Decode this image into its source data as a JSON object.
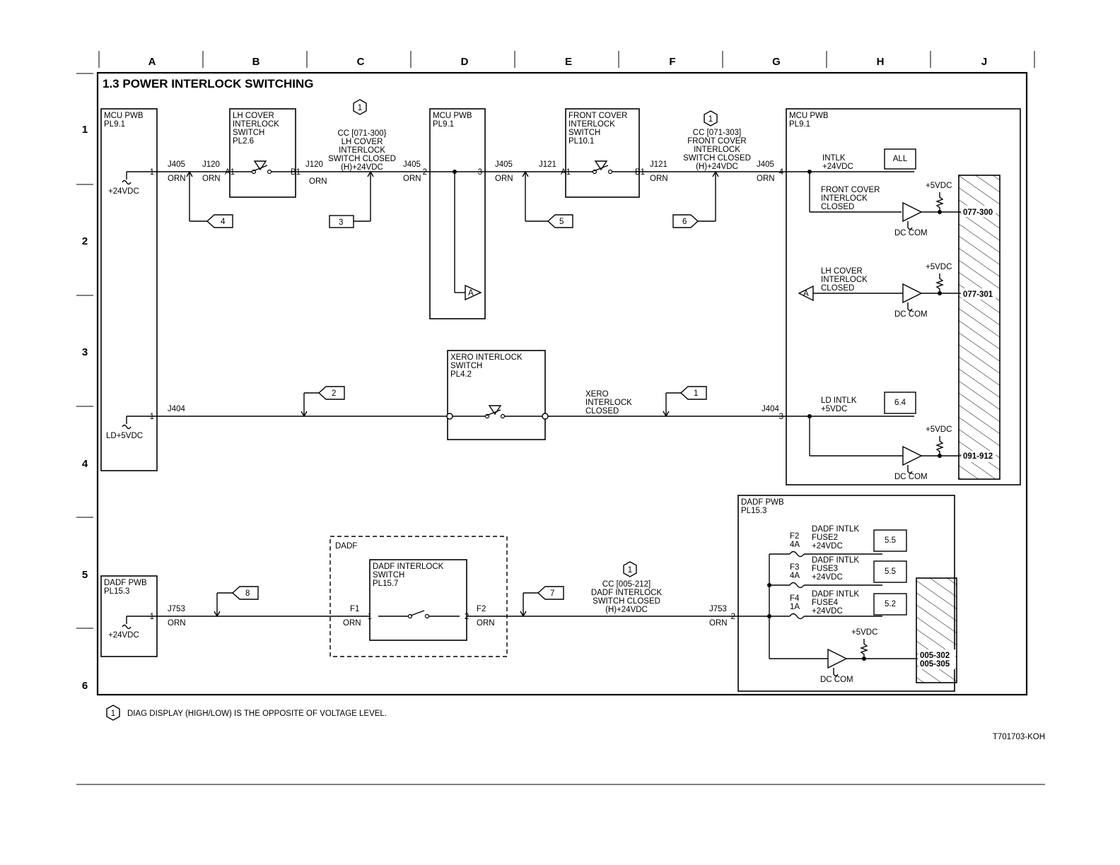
{
  "title": "1.3 POWER INTERLOCK SWITCHING",
  "grid_columns": [
    "A",
    "B",
    "C",
    "D",
    "E",
    "F",
    "G",
    "H",
    "J"
  ],
  "grid_rows": [
    "1",
    "2",
    "3",
    "4",
    "5",
    "6"
  ],
  "blocks": {
    "mcu_left": [
      "MCU PWB",
      "PL9.1"
    ],
    "lh_switch": [
      "LH COVER",
      "INTERLOCK",
      "SWITCH",
      "PL2.6"
    ],
    "mcu_mid": [
      "MCU PWB",
      "PL9.1"
    ],
    "front_switch": [
      "FRONT COVER",
      "INTERLOCK",
      "SWITCH",
      "PL10.1"
    ],
    "mcu_right": [
      "MCU PWB",
      "PL9.1"
    ],
    "xero_switch": [
      "XERO INTERLOCK",
      "SWITCH",
      "PL4.2"
    ],
    "dadf_left": [
      "DADF PWB",
      "PL15.3"
    ],
    "dadf_group": "DADF",
    "dadf_switch": [
      "DADF INTERLOCK",
      "SWITCH",
      "PL15.7"
    ],
    "dadf_right": [
      "DADF PWB",
      "PL15.3"
    ]
  },
  "sources": {
    "v24_top": "+24VDC",
    "ld5": "LD+5VDC",
    "v24_bottom": "+24VDC"
  },
  "pins": {
    "one": "1",
    "two": "2",
    "three": "3",
    "four": "4",
    "a1": "A1",
    "b1": "B1",
    "f1": "F1",
    "f2": "F2"
  },
  "connectors": {
    "j405": "J405",
    "j120": "J120",
    "j121": "J121",
    "j404": "J404",
    "j753": "J753"
  },
  "wire_color": "ORN",
  "checks": {
    "lh": [
      "CC [071-300}",
      "LH COVER",
      "INTERLOCK",
      "SWITCH CLOSED",
      "(H)+24VDC"
    ],
    "front": [
      "CC [071-303]",
      "FRONT COVER",
      "INTERLOCK",
      "SWITCH CLOSED",
      "(H)+24VDC"
    ],
    "dadf": [
      "CC [005-212]",
      "DADF INTERLOCK",
      "SWITCH CLOSED",
      "(H)+24VDC"
    ]
  },
  "xero_closed": [
    "XERO",
    "INTERLOCK",
    "CLOSED"
  ],
  "flags": {
    "f1": "1",
    "f2": "2",
    "f3": "3",
    "f4": "4",
    "f5": "5",
    "f6": "6",
    "f7": "7",
    "f8": "8"
  },
  "offpage": "A",
  "signals": {
    "intlk": [
      "INTLK",
      "+24VDC"
    ],
    "intlk_ref": "ALL",
    "front_closed": [
      "FRONT  COVER",
      "INTERLOCK",
      "CLOSED"
    ],
    "lh_closed": [
      "LH COVER",
      "INTERLOCK",
      "CLOSED"
    ],
    "ld_intlk": [
      "LD INTLK",
      "+5VDC"
    ],
    "ld_ref": "6.4",
    "v5": "+5VDC",
    "dccom": "DC COM"
  },
  "codes": {
    "c077300": "077-300",
    "c077301": "077-301",
    "c091912": "091-912",
    "c005302": "005-302",
    "c005305": "005-305"
  },
  "fuses": {
    "f2": {
      "name": "F2",
      "rating": "4A",
      "text": [
        "DADF INTLK",
        "FUSE2",
        "+24VDC"
      ],
      "ref": "5.5"
    },
    "f3": {
      "name": "F3",
      "rating": "4A",
      "text": [
        "DADF INTLK",
        "FUSE3",
        "+24VDC"
      ],
      "ref": "5.5"
    },
    "f4": {
      "name": "F4",
      "rating": "1A",
      "text": [
        "DADF INTLK",
        "FUSE4",
        "+24VDC"
      ],
      "ref": "5.2"
    }
  },
  "note_marker": "1",
  "note": "DIAG DISPLAY (HIGH/LOW) IS THE OPPOSITE OF VOLTAGE LEVEL.",
  "drawing_id": "T701703-KOH"
}
